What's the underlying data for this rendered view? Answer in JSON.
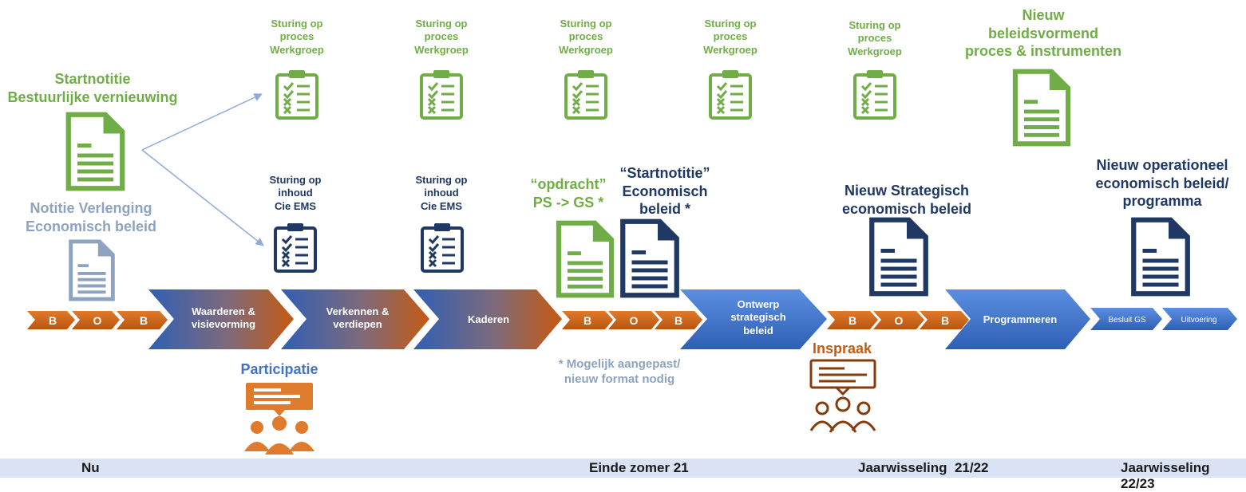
{
  "top_steering": [
    {
      "label": "Sturing op\nproces\nWerkgroep"
    },
    {
      "label": "Sturing op\nproces\nWerkgroep"
    },
    {
      "label": "Sturing op\nproces\nWerkgroep"
    },
    {
      "label": "Sturing op\nproces\nWerkgroep"
    },
    {
      "label": "Sturing op\nproces\nWerkgroep"
    }
  ],
  "content_steering": [
    {
      "label": "Sturing op\ninhoud\nCie EMS"
    },
    {
      "label": "Sturing op\ninhoud\nCie EMS"
    }
  ],
  "startnotitie": "Startnotitie\nBestuurlijke vernieuwing",
  "notitie_verlenging": "Notitie Verlenging\nEconomisch  beleid",
  "nieuw_beleidsvormend": "Nieuw\nbeleidsvormend\nproces & instrumenten",
  "opdracht": "“opdracht”\nPS -> GS *",
  "startnotitie_economisch": "“Startnotitie”\nEconomisch\nbeleid *",
  "nieuw_strategisch": "Nieuw Strategisch\neconomisch  beleid",
  "nieuw_operationeel": "Nieuw operationeel\neconomisch  beleid/\nprogramma",
  "participatie": "Participatie",
  "inspraak": "Inspraak",
  "footnote": "* Mogelijk aangepast/\nnieuw format nodig",
  "phases": {
    "waarderen": "Waarderen &\nvisievorming",
    "verkennen": "Verkennen &\nverdiepen",
    "kaderen": "Kaderen",
    "ontwerp": "Ontwerp\nstrategisch\nbeleid",
    "programmeren": "Programmeren",
    "besluit": "Besluit GS",
    "uitvoering": "Uitvoering"
  },
  "bob_labels": [
    "B",
    "O",
    "B"
  ],
  "timeline": {
    "nu": "Nu",
    "einde_zomer": "Einde zomer 21",
    "jaarwisseling_1": "Jaarwisseling  21/22",
    "jaarwisseling_2": "Jaarwisseling 22/23"
  },
  "colors": {
    "green": "#70ad47",
    "navy": "#1f3864",
    "blue": "#4472c4",
    "orange": "#c55a11",
    "grey": "#8ea3bf",
    "timeline_bg": "#dae3f3"
  },
  "icons": {
    "clipboard": "clipboard-checklist-icon",
    "document": "document-icon",
    "audience": "audience-presentation-icon"
  }
}
